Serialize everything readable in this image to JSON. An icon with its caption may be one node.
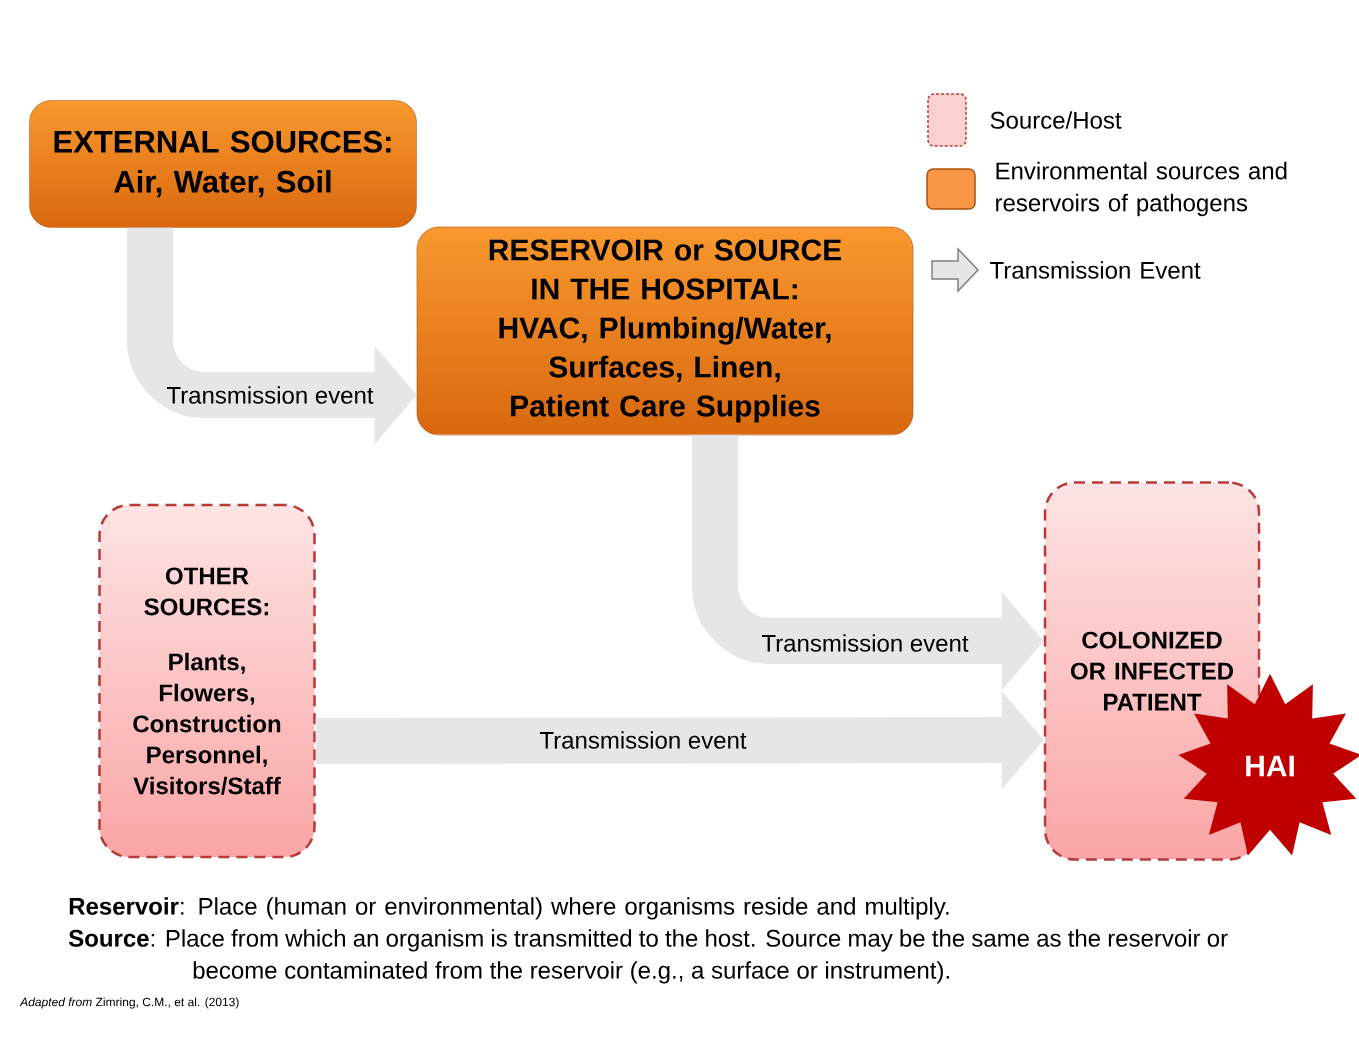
{
  "diagram": {
    "nodes": [
      {
        "text": [
          "EXTERNAL SOURCES:",
          "Air, Water, Soil"
        ]
      },
      {
        "text": [
          "RESERVOIR or SOURCE IN THE HOSPITAL:",
          "HVAC, Plumbing/Water, Surfaces, Linen, Patient Care Supplies"
        ]
      },
      {
        "text": [
          "OTHER SOURCES:",
          "Plants, Flowers, Construction Personnel, Visitors/Staff"
        ]
      },
      {
        "text": [
          "COLONIZED OR INFECTED PATIENT"
        ]
      },
      {
        "text": [
          "HAI"
        ]
      }
    ],
    "edges": [
      {
        "from": 0,
        "to": 1,
        "arrow": "to",
        "label": "Transmission event"
      },
      {
        "from": 1,
        "to": 3,
        "arrow": "to",
        "label": "Transmission event"
      },
      {
        "from": 2,
        "to": 3,
        "arrow": "to",
        "label": "Transmission event"
      }
    ],
    "labels": [
      "**Reservoir**: Place (human or environmental) where organisms reside and multiply.",
      "**Source**: Place from which an organism is transmitted to the host. Source may be the same as the reservoir or become contaminated from the reservoir (e.g., a surface or instrument).",
      "*Adapted from* Zimring, C.M., et al. (2013)"
    ],
    "legend": [
      {
        "text": "Source/Host",
        "color": "#fcd0d0"
      },
      {
        "text": "Environmental sources and reservoirs of pathogens",
        "color": "#f79646"
      },
      {
        "text": "Transmission Event"
      }
    ]
  }
}
